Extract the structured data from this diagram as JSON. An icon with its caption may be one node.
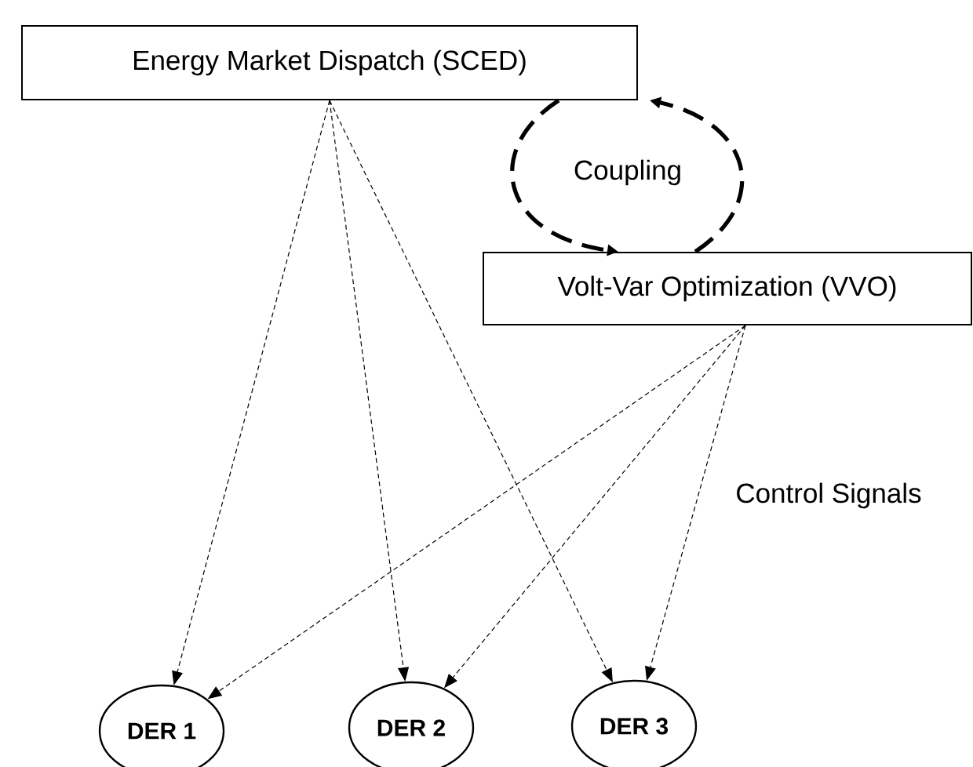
{
  "diagram": {
    "nodes": [
      {
        "text": [
          "Energy Market Dispatch (SCED)"
        ]
      },
      {
        "text": [
          "Volt-Var Optimization (VVO)"
        ]
      },
      {
        "text": [
          "DER 1"
        ]
      },
      {
        "text": [
          "DER 2"
        ]
      },
      {
        "text": [
          "DER 3"
        ]
      }
    ],
    "edges": [
      {
        "from": 0,
        "to": 1,
        "arrow": "to",
        "style": "dashed",
        "label": "Coupling"
      },
      {
        "from": 1,
        "to": 0,
        "arrow": "to",
        "style": "dashed"
      },
      {
        "from": 0,
        "to": 2,
        "arrow": "to",
        "style": "dashed"
      },
      {
        "from": 0,
        "to": 3,
        "arrow": "to",
        "style": "dashed"
      },
      {
        "from": 0,
        "to": 4,
        "arrow": "to",
        "style": "dashed"
      },
      {
        "from": 1,
        "to": 2,
        "arrow": "to",
        "style": "dashed"
      },
      {
        "from": 1,
        "to": 3,
        "arrow": "to",
        "style": "dashed"
      },
      {
        "from": 1,
        "to": 4,
        "arrow": "to",
        "style": "dashed"
      }
    ],
    "labels": [
      "Control Signals"
    ]
  }
}
